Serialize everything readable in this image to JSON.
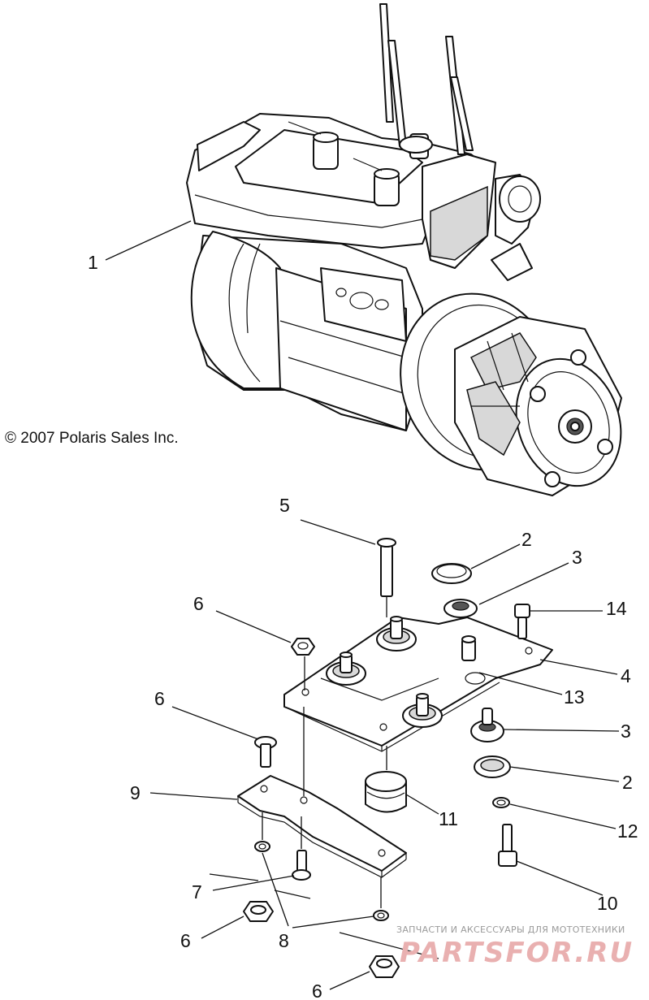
{
  "diagram": {
    "copyright": "© 2007 Polaris Sales Inc.",
    "callouts": [
      {
        "id": "engine",
        "label": "1"
      },
      {
        "id": "washer-2a",
        "label": "2"
      },
      {
        "id": "washer-2b",
        "label": "2"
      },
      {
        "id": "isolator-3a",
        "label": "3"
      },
      {
        "id": "isolator-3b",
        "label": "3"
      },
      {
        "id": "mount-plate",
        "label": "4"
      },
      {
        "id": "bolt-5",
        "label": "5"
      },
      {
        "id": "nut-6a",
        "label": "6"
      },
      {
        "id": "nut-6b",
        "label": "6"
      },
      {
        "id": "nut-6c",
        "label": "6"
      },
      {
        "id": "bolt-7a",
        "label": "7"
      },
      {
        "id": "bolt-7b",
        "label": "7"
      },
      {
        "id": "bracket-8",
        "label": "8"
      },
      {
        "id": "washer-9",
        "label": "9"
      },
      {
        "id": "bolt-10",
        "label": "10"
      },
      {
        "id": "isolator-11",
        "label": "11"
      },
      {
        "id": "washer-12",
        "label": "12"
      },
      {
        "id": "stud-13",
        "label": "13"
      },
      {
        "id": "bolt-14",
        "label": "14"
      }
    ],
    "watermark": {
      "tagline": "ЗАПЧАСТИ И АКСЕССУАРЫ ДЛЯ МОТОТЕХНИКИ",
      "brand": "PARTSFOR.RU"
    }
  }
}
